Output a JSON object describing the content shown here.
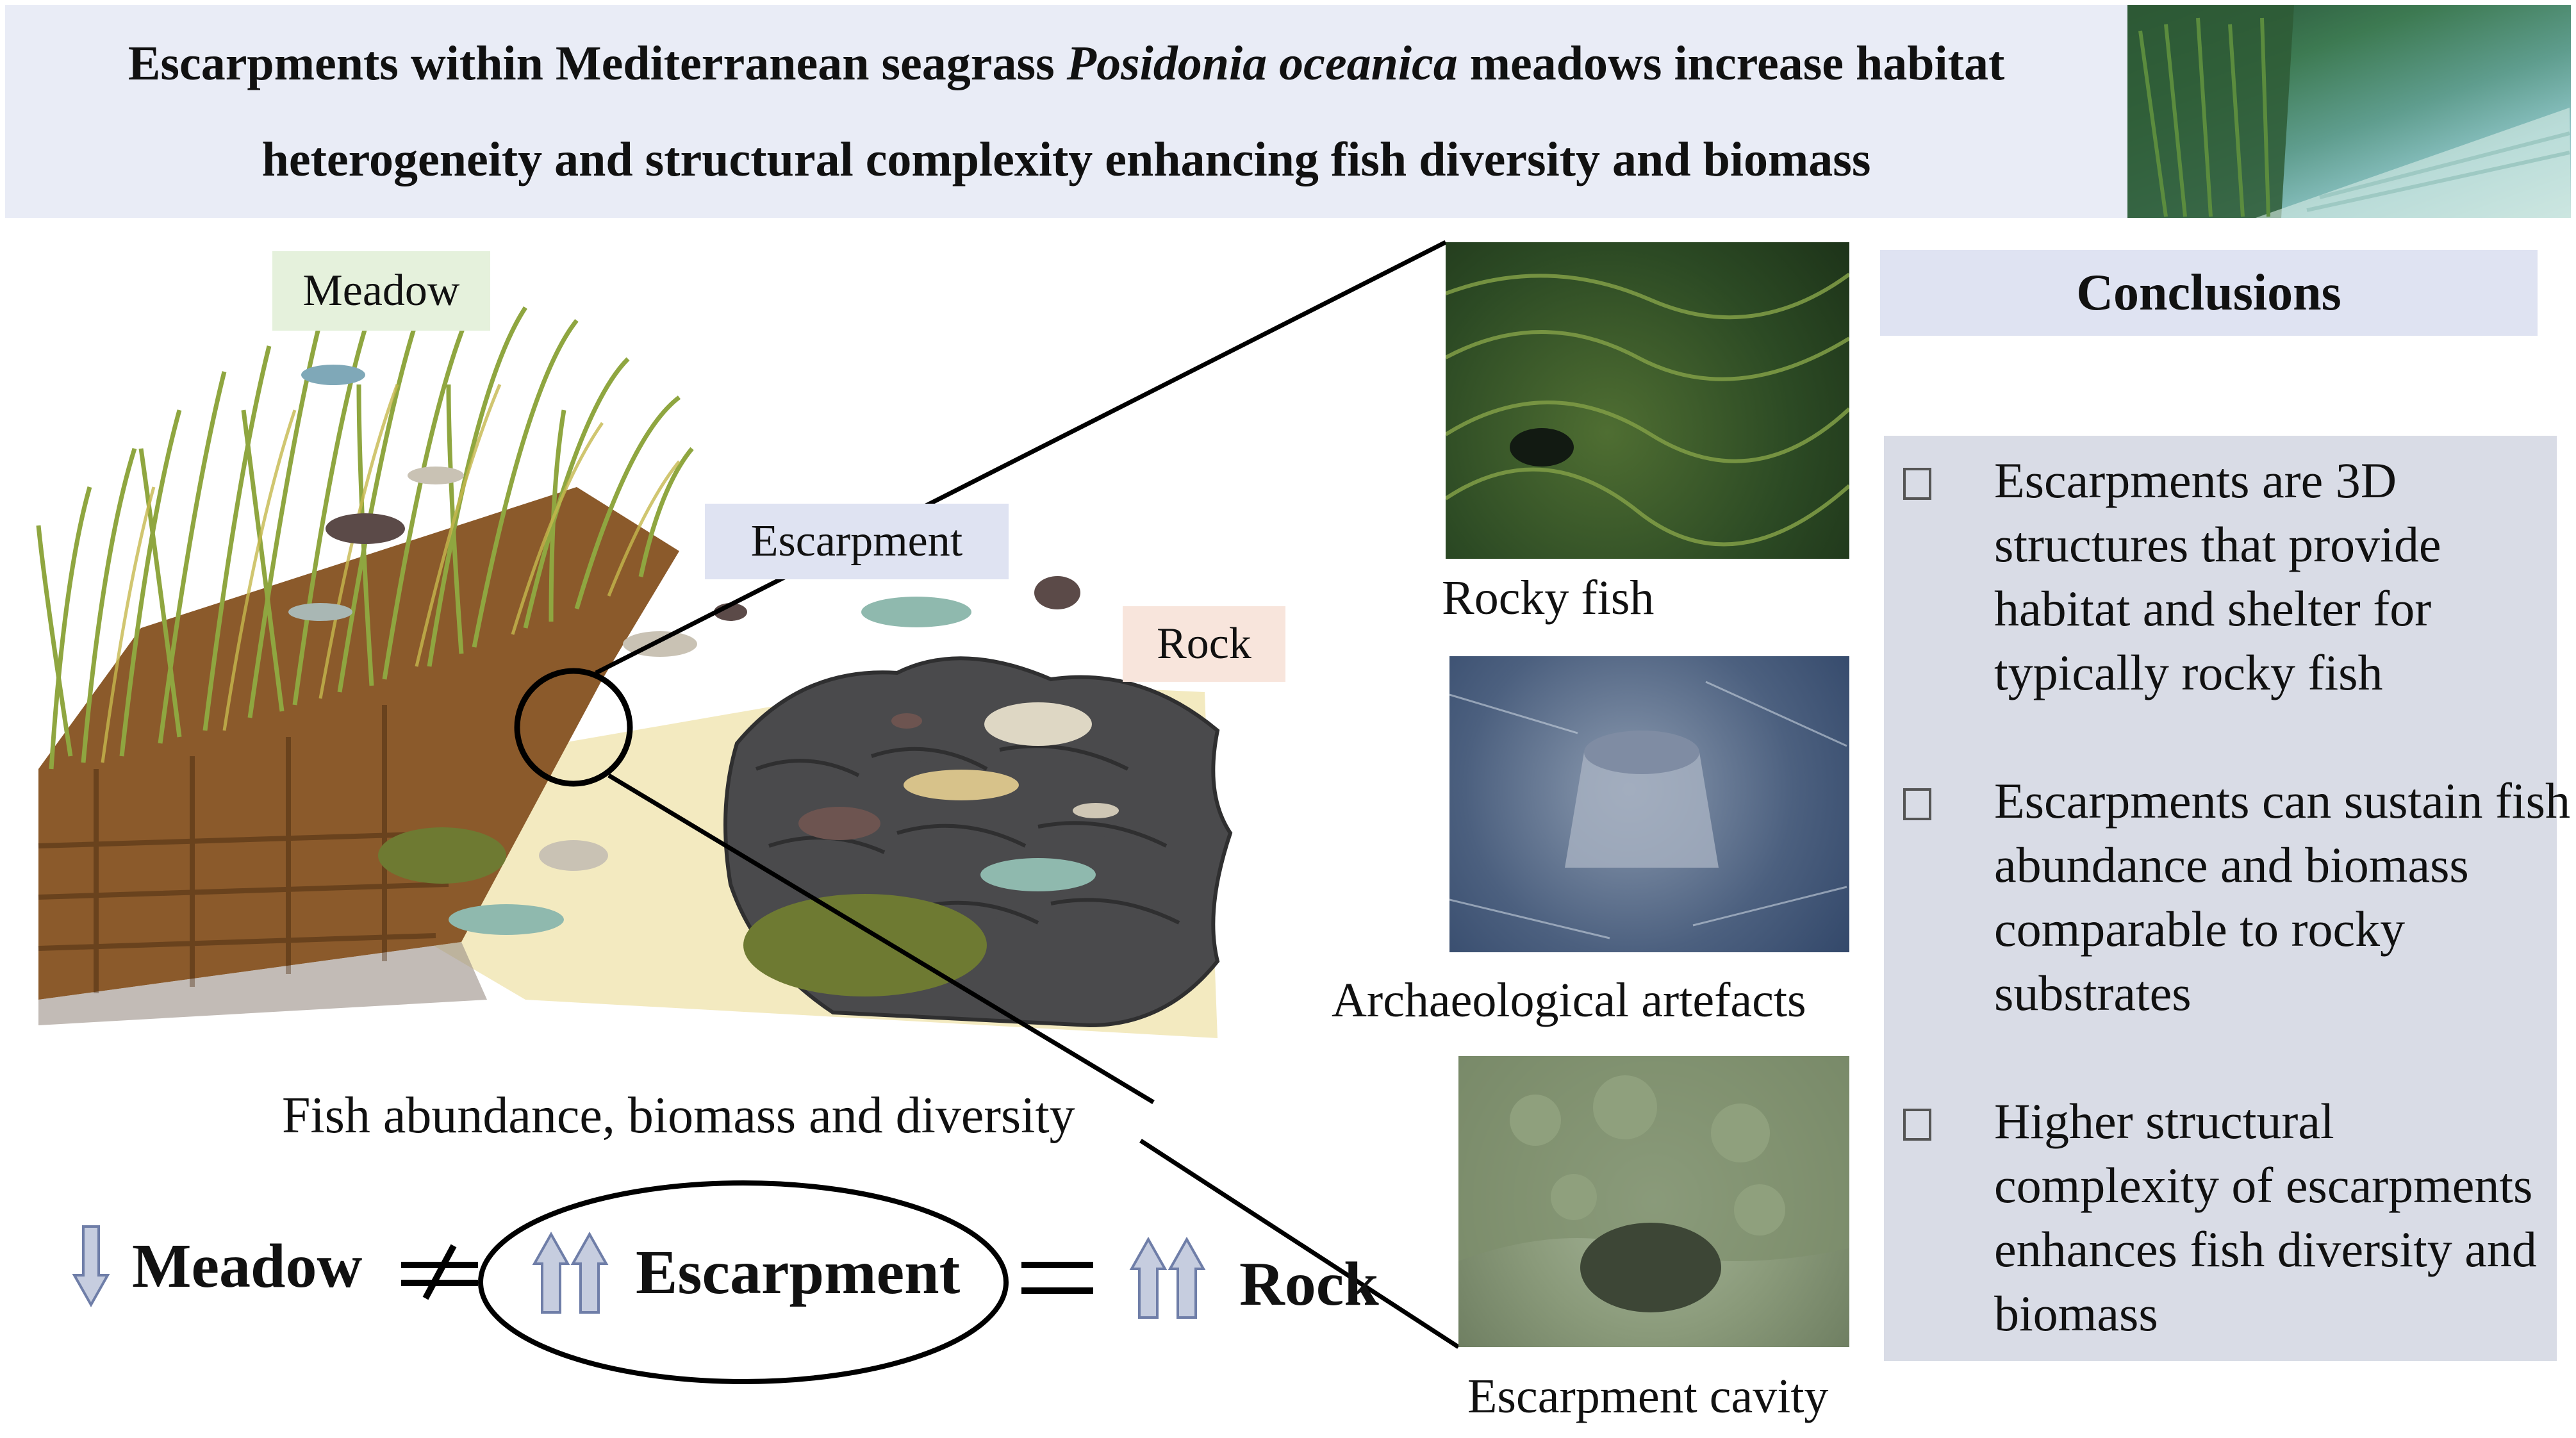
{
  "title": {
    "line1_pre": "Escarpments within Mediterranean seagrass ",
    "line1_italic": "Posidonia oceanica",
    "line1_post": " meadows increase habitat",
    "line2": "heterogeneity and structural complexity enhancing fish diversity and biomass"
  },
  "labels": {
    "meadow": "Meadow",
    "escarpment": "Escarpment",
    "rock": "Rock"
  },
  "photos": {
    "rocky_fish": "Rocky fish",
    "archaeological": "Archaeological artefacts",
    "cavity": "Escarpment cavity"
  },
  "conclusions": {
    "heading": "Conclusions",
    "items": [
      "Escarpments are 3D structures that provide habitat and shelter for typically rocky fish",
      "Escarpments can sustain fish abundance and biomass comparable to rocky substrates",
      "Higher structural complexity of escarpments enhances fish diversity and biomass"
    ]
  },
  "comparison": {
    "caption": "Fish abundance, biomass and diversity",
    "meadow": "Meadow",
    "escarpment": "Escarpment",
    "rock": "Rock"
  },
  "colors": {
    "title_bg": "#e9ecf6",
    "meadow_label_bg": "#e5f1dc",
    "escarpment_label_bg": "#dfe3f2",
    "rock_label_bg": "#f8e5dc",
    "conclusions_bg": "#d9dce6",
    "arrow_fill": "#c6cddf",
    "arrow_stroke": "#6f7ea8"
  }
}
